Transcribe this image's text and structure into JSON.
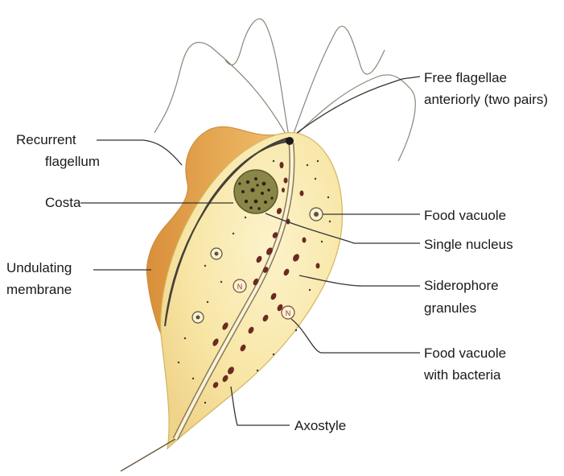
{
  "labels": {
    "free_flagellae": [
      "Free flagellae",
      "anteriorly (two pairs)"
    ],
    "recurrent_flagellum": [
      "Recurrent",
      "flagellum"
    ],
    "costa": "Costa",
    "undulating_membrane": [
      "Undulating",
      "membrane"
    ],
    "food_vacuole": "Food vacuole",
    "single_nucleus": "Single nucleus",
    "siderophore_granules": [
      "Siderophore",
      "granules"
    ],
    "food_vacuole_bacteria": [
      "Food vacuole",
      "with bacteria"
    ],
    "axostyle": "Axostyle"
  },
  "colors": {
    "body_fill": "#f8e7a9",
    "membrane": "#e0a04a",
    "costa": "#555049",
    "granule": "#6b2a22",
    "nucleus": "#8a8648",
    "line": "#333333"
  }
}
